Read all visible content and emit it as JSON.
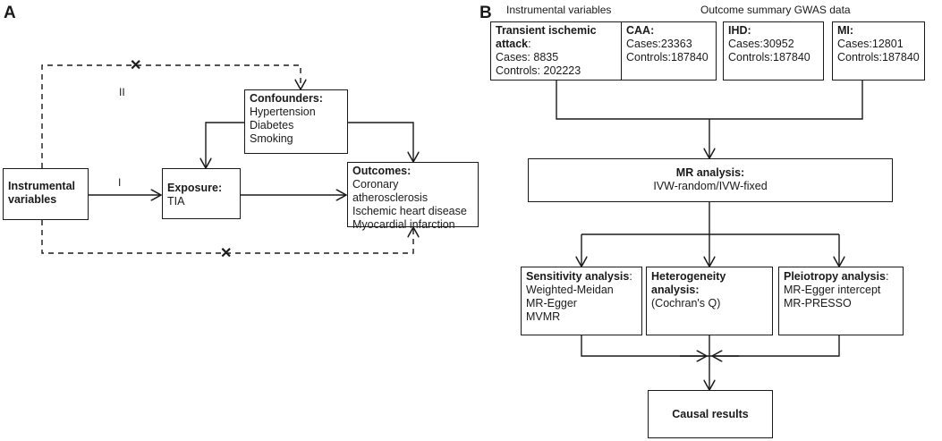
{
  "panel_a": {
    "label": "A",
    "instrumental": "Instrumental variables",
    "confounders": {
      "title": "Confounders:",
      "items": [
        "Hypertension",
        "Diabetes",
        "Smoking"
      ]
    },
    "exposure": {
      "title": "Exposure:",
      "value": "TIA"
    },
    "outcomes": {
      "title": "Outcomes:",
      "items": [
        "Coronary atherosclerosis",
        "Ischemic heart disease",
        "Myocardial infarction"
      ]
    },
    "path_labels": {
      "i": "I",
      "ii": "II",
      "cross": "✕"
    }
  },
  "panel_b": {
    "label": "B",
    "header_iv": "Instrumental variables",
    "header_outcome": "Outcome summary GWAS data",
    "tia": {
      "title": "Transient ischemic attack",
      "suffix": ":",
      "cases": "Cases: 8835",
      "controls": "Controls: 202223"
    },
    "caa": {
      "title": "CAA:",
      "cases": "Cases:23363",
      "controls": "Controls:187840"
    },
    "ihd": {
      "title": "IHD:",
      "cases": "Cases:30952",
      "controls": "Controls:187840"
    },
    "mi": {
      "title": "MI:",
      "cases": "Cases:12801",
      "controls": "Controls:187840"
    },
    "mr": {
      "title": "MR analysis:",
      "methods": "IVW-random/IVW-fixed"
    },
    "sensitivity": {
      "title": "Sensitivity analysis",
      "suffix": ":",
      "items": [
        "Weighted-Meidan",
        "MR-Egger",
        "MVMR"
      ]
    },
    "heterogeneity": {
      "title": "Heterogeneity analysis:",
      "items": [
        "(Cochran's Q)"
      ]
    },
    "pleiotropy": {
      "title": "Pleiotropy analysis",
      "suffix": ":",
      "items": [
        "MR-Egger intercept",
        "MR-PRESSO"
      ]
    },
    "causal": "Causal results"
  }
}
